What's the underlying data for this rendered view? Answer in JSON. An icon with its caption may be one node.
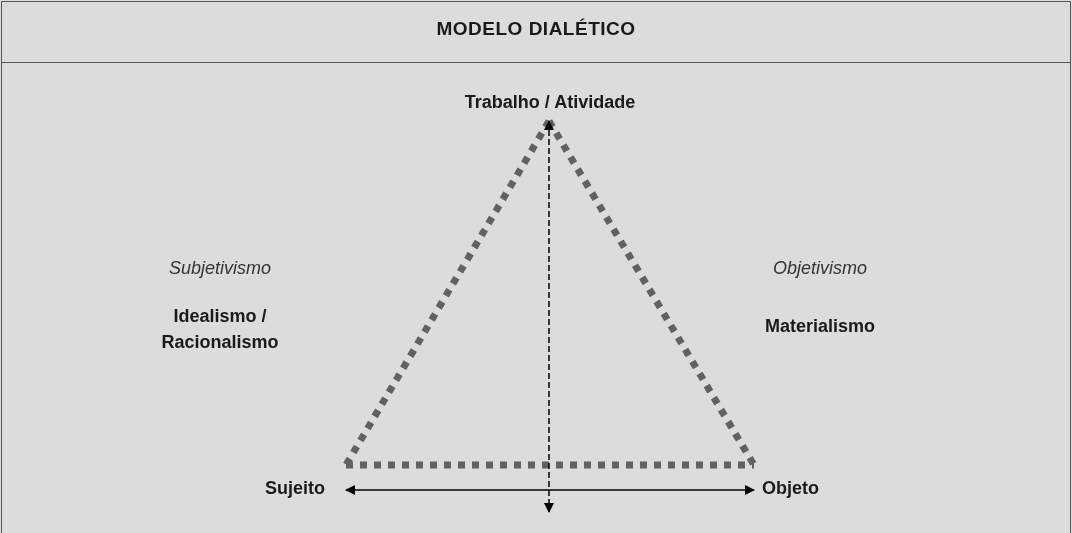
{
  "diagram": {
    "title": "MODELO DIALÉTICO",
    "nodes": [
      {
        "text": [
          "Trabalho / Atividade"
        ]
      },
      {
        "text": [
          "Sujeito"
        ]
      },
      {
        "text": [
          "Objeto"
        ]
      }
    ],
    "edges": [
      {
        "from": 0,
        "to": 1,
        "arrow": "none",
        "style": "dashed",
        "color": "#616161"
      },
      {
        "from": 0,
        "to": 2,
        "arrow": "none",
        "style": "dashed",
        "color": "#616161"
      },
      {
        "from": 1,
        "to": 2,
        "arrow": "none",
        "style": "dashed",
        "color": "#616161"
      },
      {
        "from": 0,
        "to": null,
        "arrow": "both",
        "style": "dashed",
        "color": "#000000"
      },
      {
        "from": 1,
        "to": 2,
        "arrow": "both",
        "color": "#000000"
      }
    ],
    "labels": [
      "Subjetivismo",
      "Idealismo / Racionalismo",
      "Objetivismo",
      "Materialismo"
    ]
  }
}
